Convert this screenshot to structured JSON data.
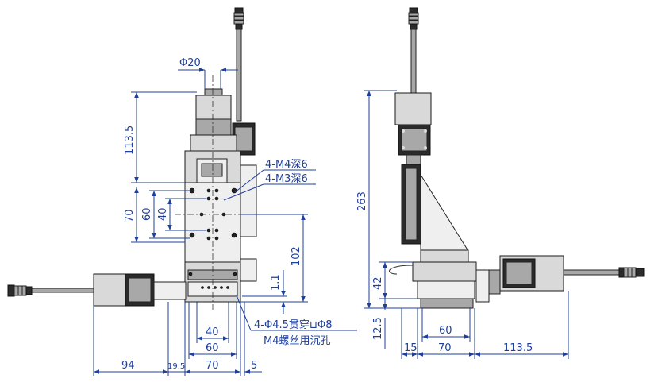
{
  "front_view": {
    "diameter_label": "Φ20",
    "motor_height": "113.5",
    "outer_height": "70",
    "mid_height": "60",
    "inner_height": "40",
    "stroke_height": "102",
    "small_offset": "1.1",
    "width_inner": "40",
    "width_mid": "60",
    "width_outer": "70",
    "motor_length": "94",
    "gap": "19.5",
    "edge": "5",
    "callout_m4": "4-M4深6",
    "callout_m3": "4-M3深6",
    "callout_through": "4-Φ4.5贯穿⊔Φ8",
    "callout_counterbore": "M4螺丝用沉孔"
  },
  "side_view": {
    "total_height": "263",
    "base_height": "42",
    "base_offset": "12.5",
    "base_width_inner": "60",
    "left_offset": "15",
    "base_width": "70",
    "motor_length": "113.5"
  }
}
